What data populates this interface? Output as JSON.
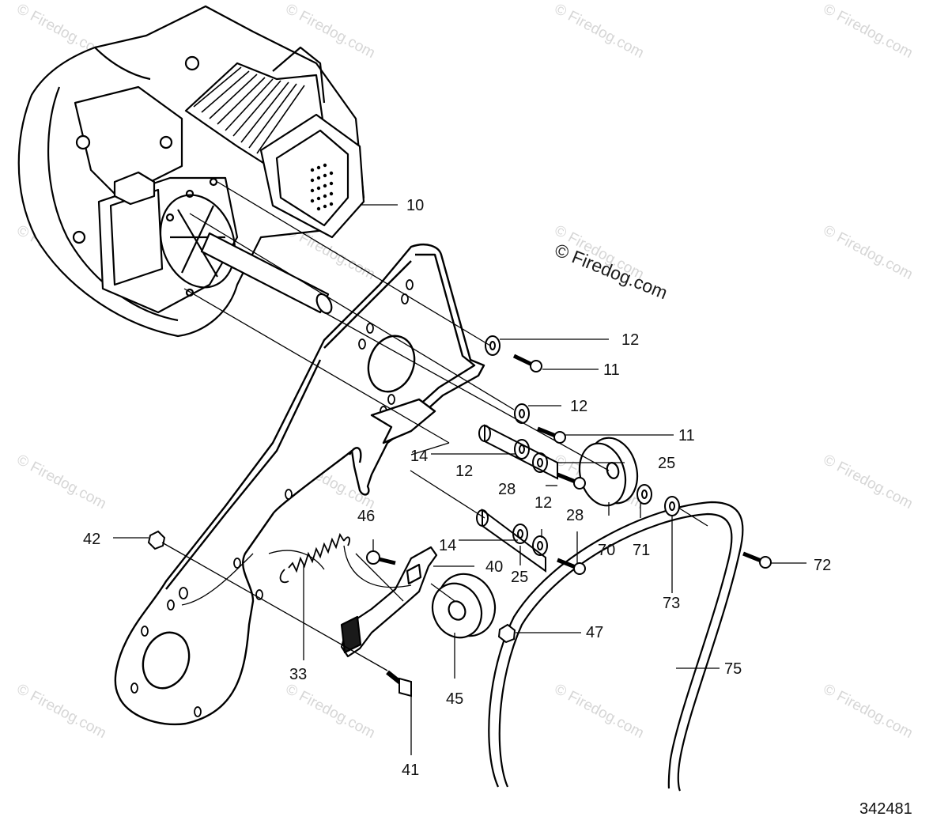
{
  "watermark_text": "© Firedog.com",
  "main_watermark": "© Firedog.com",
  "diagram_number": "342481",
  "callouts": [
    {
      "id": "c10a",
      "label": "10"
    },
    {
      "id": "c12a",
      "label": "12"
    },
    {
      "id": "c11a",
      "label": "11"
    },
    {
      "id": "c12b",
      "label": "12"
    },
    {
      "id": "c11b",
      "label": "11"
    },
    {
      "id": "c14a",
      "label": "14"
    },
    {
      "id": "c25a",
      "label": "25"
    },
    {
      "id": "c12c",
      "label": "12"
    },
    {
      "id": "c28a",
      "label": "28"
    },
    {
      "id": "c12d",
      "label": "12"
    },
    {
      "id": "c28b",
      "label": "28"
    },
    {
      "id": "c14b",
      "label": "14"
    },
    {
      "id": "c25b",
      "label": "25"
    },
    {
      "id": "c70",
      "label": "70"
    },
    {
      "id": "c71",
      "label": "71"
    },
    {
      "id": "c72",
      "label": "72"
    },
    {
      "id": "c73",
      "label": "73"
    },
    {
      "id": "c46",
      "label": "46"
    },
    {
      "id": "c40",
      "label": "40"
    },
    {
      "id": "c42",
      "label": "42"
    },
    {
      "id": "c33",
      "label": "33"
    },
    {
      "id": "c45",
      "label": "45"
    },
    {
      "id": "c47",
      "label": "47"
    },
    {
      "id": "c41",
      "label": "41"
    },
    {
      "id": "c75",
      "label": "75"
    }
  ]
}
